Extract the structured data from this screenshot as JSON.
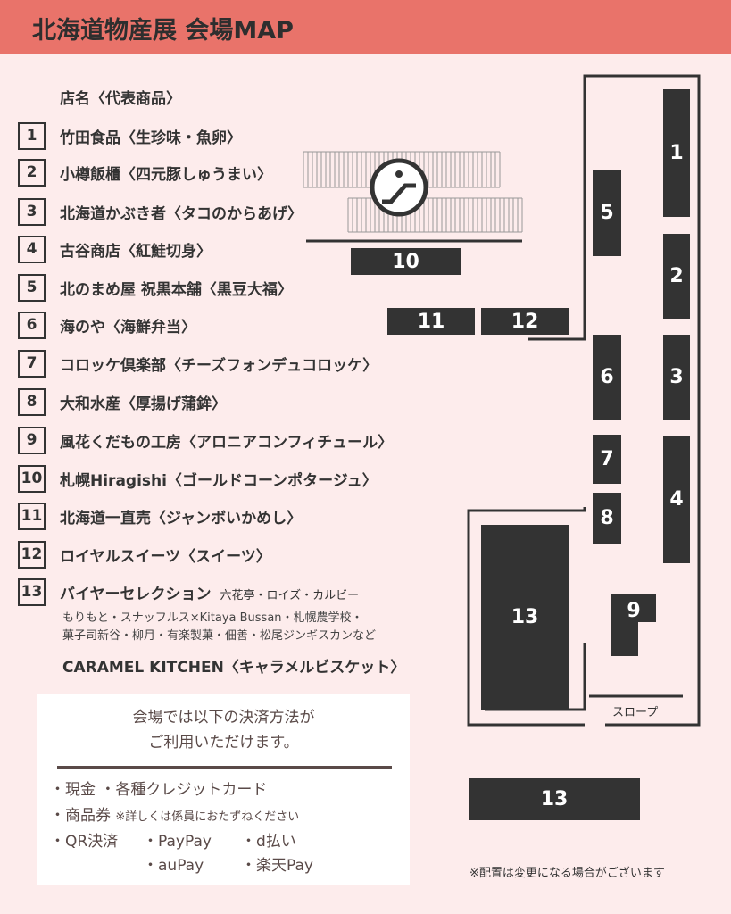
{
  "header": {
    "title": "北海道物産展 会場MAP"
  },
  "legend": {
    "heading": "店名〈代表商品〉",
    "items": [
      {
        "num": "1",
        "name": "竹田食品〈生珍味・魚卵〉"
      },
      {
        "num": "2",
        "name": "小樽飯櫃〈四元豚しゅうまい〉"
      },
      {
        "num": "3",
        "name": "北海道かぶき者〈タコのからあげ〉"
      },
      {
        "num": "4",
        "name": "古谷商店〈紅鮭切身〉"
      },
      {
        "num": "5",
        "name": "北のまめ屋 祝黒本舗〈黒豆大福〉"
      },
      {
        "num": "6",
        "name": "海のや〈海鮮弁当〉"
      },
      {
        "num": "7",
        "name": "コロッケ倶楽部〈チーズフォンデュコロッケ〉"
      },
      {
        "num": "8",
        "name": "大和水産〈厚揚げ蒲鉾〉"
      },
      {
        "num": "9",
        "name": "風花くだもの工房〈アロニアコンフィチュール〉"
      },
      {
        "num": "10",
        "name": "札幌Hiragishi〈ゴールドコーンポタージュ〉"
      },
      {
        "num": "11",
        "name": "北海道一直売〈ジャンボいかめし〉"
      },
      {
        "num": "12",
        "name": "ロイヤルスイーツ〈スイーツ〉"
      },
      {
        "num": "13",
        "name": "バイヤーセレクション",
        "sub": "六花亭・ロイズ・カルビー"
      }
    ],
    "brands_line2": "もりもと・スナッフルス×Kitaya Bussan・札幌農学校・",
    "brands_line3": "菓子司新谷・柳月・有楽製菓・佃善・松尾ジンギスカンなど",
    "caramel": "CARAMEL  KITCHEN〈キャラメルビスケット〉"
  },
  "payment": {
    "line1": "会場では以下の決済方法が",
    "line2": "ご利用いただけます。",
    "cash": "・現金",
    "card": "・各種クレジットカード",
    "voucher": "・商品券",
    "voucher_note": "※詳しくは係員におたずねください",
    "qr": "・QR決済",
    "paypay": "・PayPay",
    "dbarai": "・d払い",
    "aupay": "・auPay",
    "rakuten": "・楽天Pay"
  },
  "map": {
    "booths": [
      "1",
      "2",
      "3",
      "4",
      "5",
      "6",
      "7",
      "8",
      "9",
      "10",
      "11",
      "12",
      "13",
      "13"
    ],
    "slope": "スロープ",
    "escalator_icon": "escalator-icon"
  },
  "disclaimer": "※配置は変更になる場合がございます",
  "colors": {
    "header": "#e9736a",
    "background": "#fdecec",
    "booth": "#333333"
  }
}
